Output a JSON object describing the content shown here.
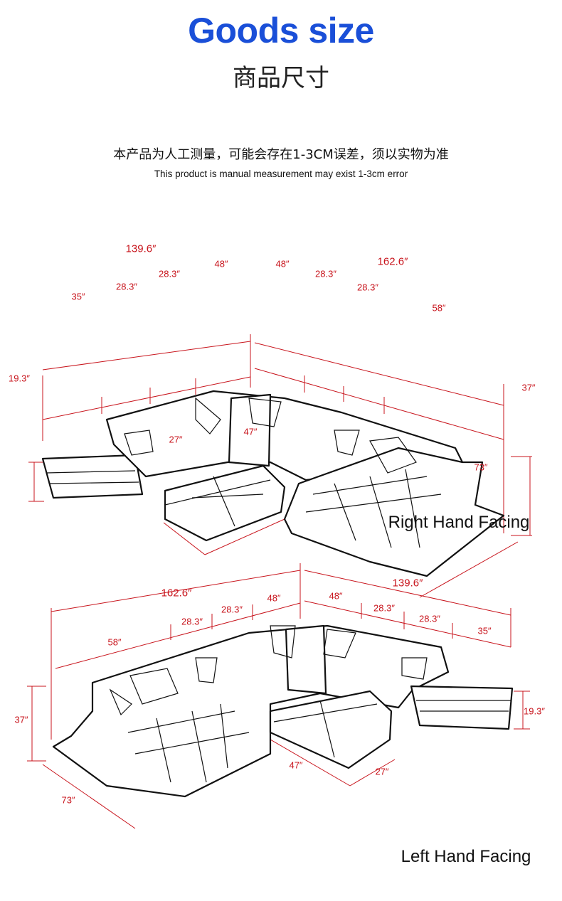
{
  "header": {
    "title": "Goods size",
    "subtitle": "商品尺寸",
    "note_cn": "本产品为人工测量，可能会存在1-3CM误差，须以实物为准",
    "note_en": "This product is manual measurement may exist 1-3cm error"
  },
  "colors": {
    "title": "#1a4fd8",
    "dimension": "#c8141c"
  },
  "right_facing": {
    "caption": "Right Hand Facing",
    "dims": {
      "left_total": "139.6″",
      "right_total": "162.6″",
      "left_48": "48″",
      "left_28a": "28.3″",
      "left_28b": "28.3″",
      "left_35": "35″",
      "right_48": "48″",
      "right_28a": "28.3″",
      "right_28b": "28.3″",
      "right_58": "58″",
      "height_end": "19.3″",
      "height_back": "37″",
      "table_depth": "27″",
      "table_width": "47″",
      "chaise_depth": "73″"
    }
  },
  "left_facing": {
    "caption": "Left Hand Facing",
    "dims": {
      "left_total": "162.6″",
      "right_total": "139.6″",
      "left_48": "48″",
      "left_28a": "28.3″",
      "left_28b": "28.3″",
      "left_58": "58″",
      "right_48": "48″",
      "right_28a": "28.3″",
      "right_28b": "28.3″",
      "right_35": "35″",
      "height_back": "37″",
      "height_end": "19.3″",
      "table_width": "47″",
      "table_depth": "27″",
      "chaise_depth": "73″"
    }
  }
}
